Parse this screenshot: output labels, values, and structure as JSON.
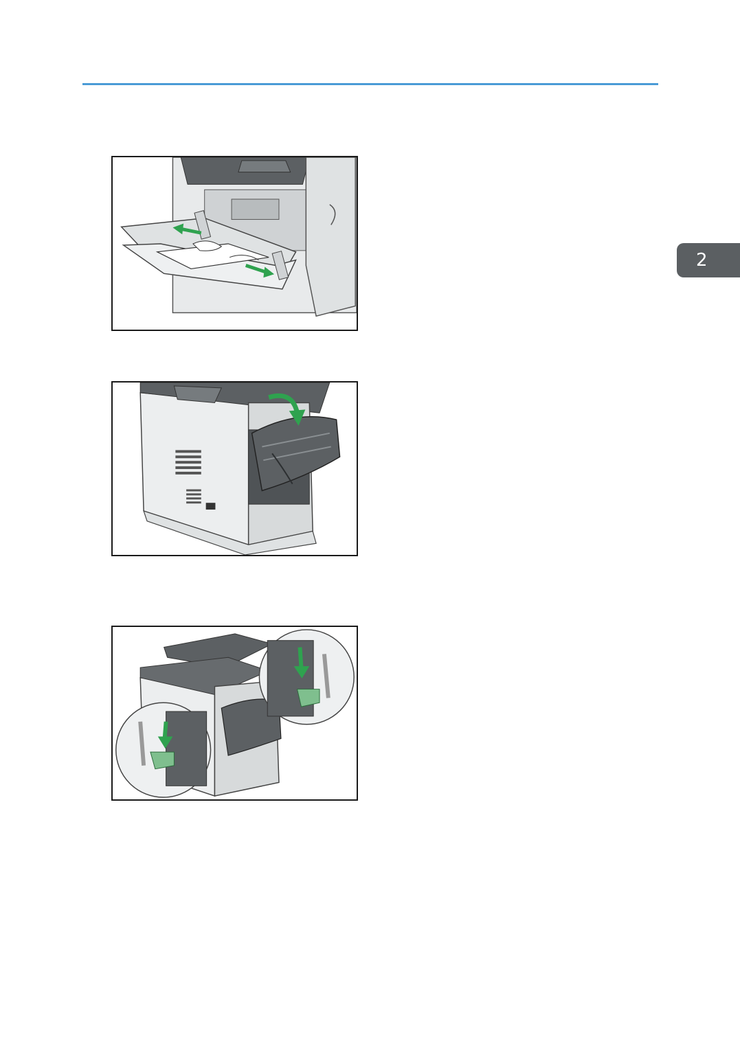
{
  "chapter_tab": {
    "number": "2"
  },
  "colors": {
    "rule": "#4a9bd6",
    "tab_background": "#5b5f62",
    "arrow_green": "#2fa24f",
    "lever_green": "#7fbf8e",
    "printer_dark": "#5c6063",
    "printer_light": "#e4e6e7"
  },
  "figures": [
    {
      "illustration": "bypass-tray-jammed-paper"
    },
    {
      "illustration": "rear-cover-open"
    },
    {
      "illustration": "fusing-unit-levers-lower"
    }
  ]
}
